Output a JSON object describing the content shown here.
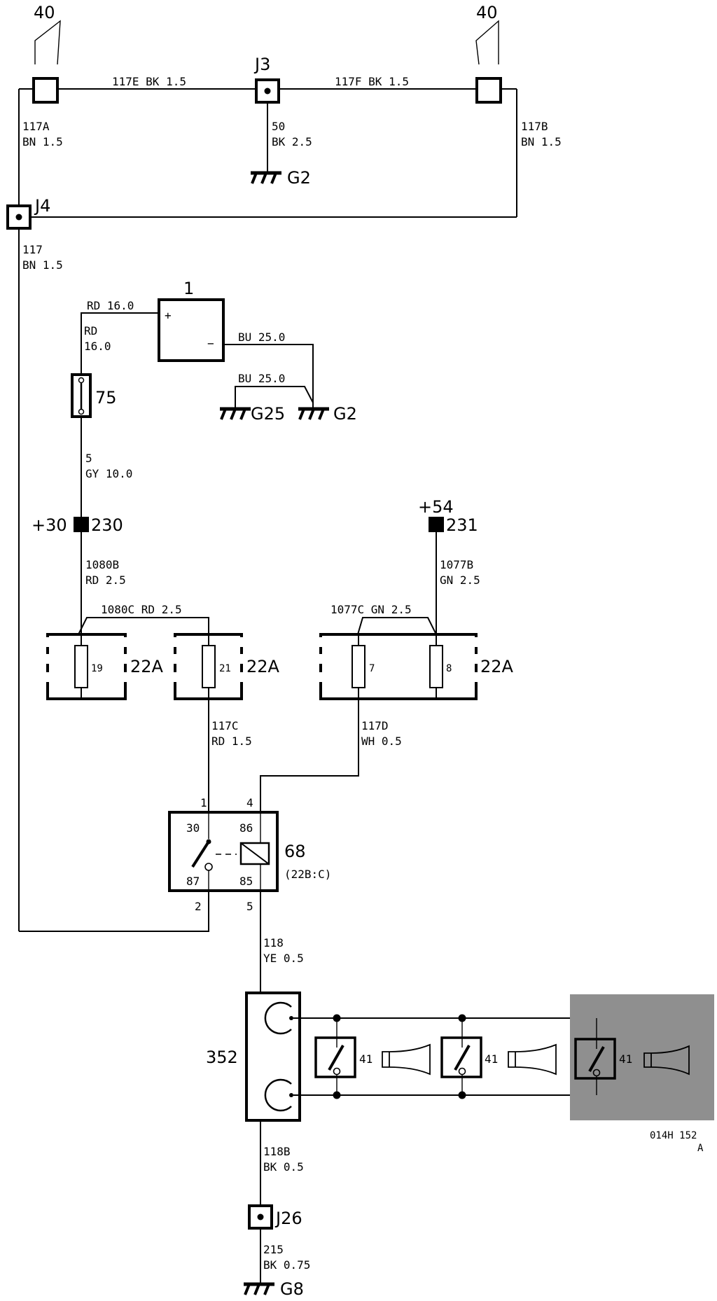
{
  "components": {
    "horn_switch_left": "40",
    "horn_switch_right": "40",
    "battery": "1",
    "fuse_75": "75",
    "relay": "68",
    "relay_location": "(22B:C)",
    "horn_module": "352",
    "horn": "41",
    "fusebox": "22A",
    "drawing_id": "014H 152",
    "drawing_rev": "A"
  },
  "battery_terminals": {
    "plus": "+",
    "minus": "−"
  },
  "junctions": {
    "j3": "J3",
    "j4": "J4",
    "j26": "J26"
  },
  "grounds": {
    "g2_top": "G2",
    "g25": "G25",
    "g2_mid": "G2",
    "g8": "G8"
  },
  "terminals": {
    "t30_label": "+30",
    "t30_num": "230",
    "t54_label": "+54",
    "t54_num": "231"
  },
  "fuses": {
    "f19": "19",
    "f21": "21",
    "f7": "7",
    "f8": "8"
  },
  "relay_pins": {
    "p30": "30",
    "p86": "86",
    "p87": "87",
    "p85": "85",
    "c1": "1",
    "c4": "4",
    "c2": "2",
    "c5": "5"
  },
  "wires": {
    "w117E": "117E BK 1.5",
    "w117F": "117F BK 1.5",
    "w117A": [
      "117A",
      "BN 1.5"
    ],
    "w117B": [
      "117B",
      "BN 1.5"
    ],
    "w50": [
      "50",
      "BK 2.5"
    ],
    "w117": [
      "117",
      "BN 1.5"
    ],
    "wRD16_top": "RD 16.0",
    "wRD16_side": [
      "RD",
      "16.0"
    ],
    "wBU25_a": "BU 25.0",
    "wBU25_b": "BU 25.0",
    "w5": [
      "5",
      "GY 10.0"
    ],
    "w1080B": [
      "1080B",
      "RD 2.5"
    ],
    "w1080C": "1080C RD 2.5",
    "w1077B": [
      "1077B",
      "GN 2.5"
    ],
    "w1077C": "1077C GN 2.5",
    "w117C": [
      "117C",
      "RD 1.5"
    ],
    "w117D": [
      "117D",
      "WH 0.5"
    ],
    "w118": [
      "118",
      "YE 0.5"
    ],
    "w118B": [
      "118B",
      "BK 0.5"
    ],
    "w215": [
      "215",
      "BK 0.75"
    ]
  }
}
